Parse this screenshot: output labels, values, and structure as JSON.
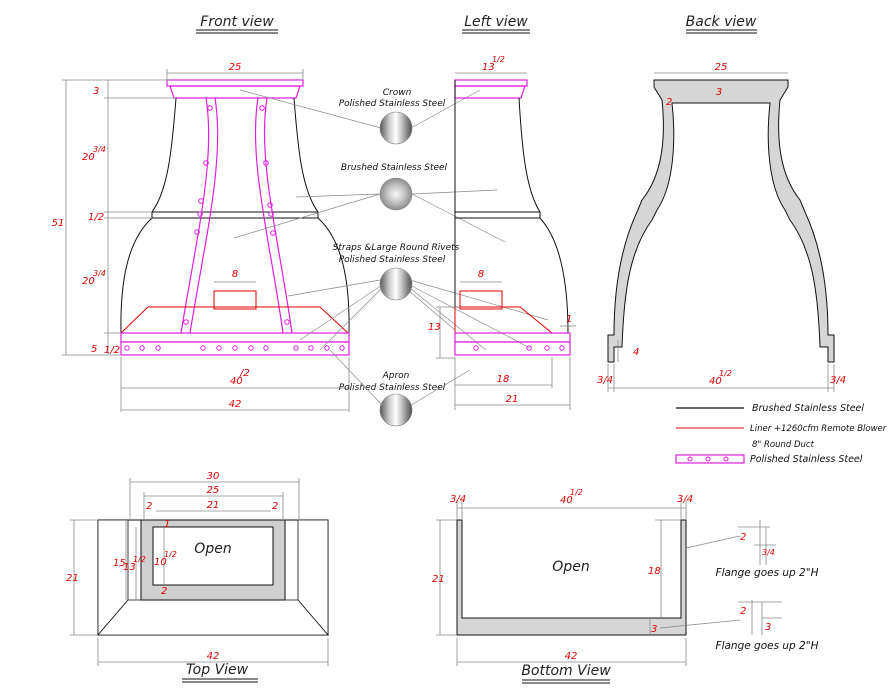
{
  "views": {
    "front": "Front view",
    "left": "Left view",
    "back": "Back view",
    "top": "Top View",
    "bottom": "Bottom View"
  },
  "callouts": {
    "crown_title": "Crown",
    "crown_material": "Polished Stainless Steel",
    "body_material": "Brushed Stainless Steel",
    "straps_title": "Straps &Large Round Rivets",
    "straps_material": "Polished Stainless Steel",
    "apron_title": "Apron",
    "apron_material": "Polished Stainless Steel"
  },
  "legend": {
    "brushed": "Brushed Stainless Steel",
    "liner": "Liner +1260cfm Remote Blower",
    "duct": "8\" Round Duct",
    "polished": "Polished Stainless Steel"
  },
  "colors": {
    "dimension": "#e00000",
    "polished": "#e020e0",
    "outline": "#111111"
  },
  "front_dims": {
    "top_width": "25",
    "crown_h": "3",
    "upper_h_whole": "20",
    "upper_h_frac": "3/4",
    "band_h": "1/2",
    "total_h": "51",
    "lower_h_whole": "20",
    "lower_h_frac": "3/4",
    "duct_w": "8",
    "apron_h": "5",
    "apron_frac": "1/2",
    "inner_w_whole": "40",
    "inner_w_frac": "/2",
    "outer_w": "42"
  },
  "left_dims": {
    "top_whole": "13",
    "top_frac": "1/2",
    "duct_w": "8",
    "liner_h": "13",
    "side_tick": "1",
    "base_inner": "18",
    "base_outer": "21"
  },
  "back_dims": {
    "top_w": "25",
    "thick": "3",
    "wall": "2",
    "leg": "4",
    "leg_l": "3/4",
    "leg_r": "3/4",
    "inner_whole": "40",
    "inner_frac": "1/2"
  },
  "top_dims": {
    "w30": "30",
    "w25": "25",
    "w21": "21",
    "s2a": "2",
    "s2b": "2",
    "d1": "1",
    "d2": "2",
    "h21": "21",
    "h15": "15",
    "h13": "13",
    "h13f": "1/2",
    "h10": "10",
    "h10f": "1/2",
    "w42": "42",
    "open": "Open"
  },
  "bottom_dims": {
    "left_frac": "3/4",
    "right_frac": "3/4",
    "inner_whole": "40",
    "inner_frac": "1/2",
    "h21": "21",
    "h18": "18",
    "thick": "3",
    "w42": "42",
    "open": "Open",
    "flange1_dim": "2",
    "flange1_frac": "3/4",
    "flange2_dim": "2",
    "flange2_h": "3",
    "flange_note": "Flange goes up 2\"H"
  }
}
